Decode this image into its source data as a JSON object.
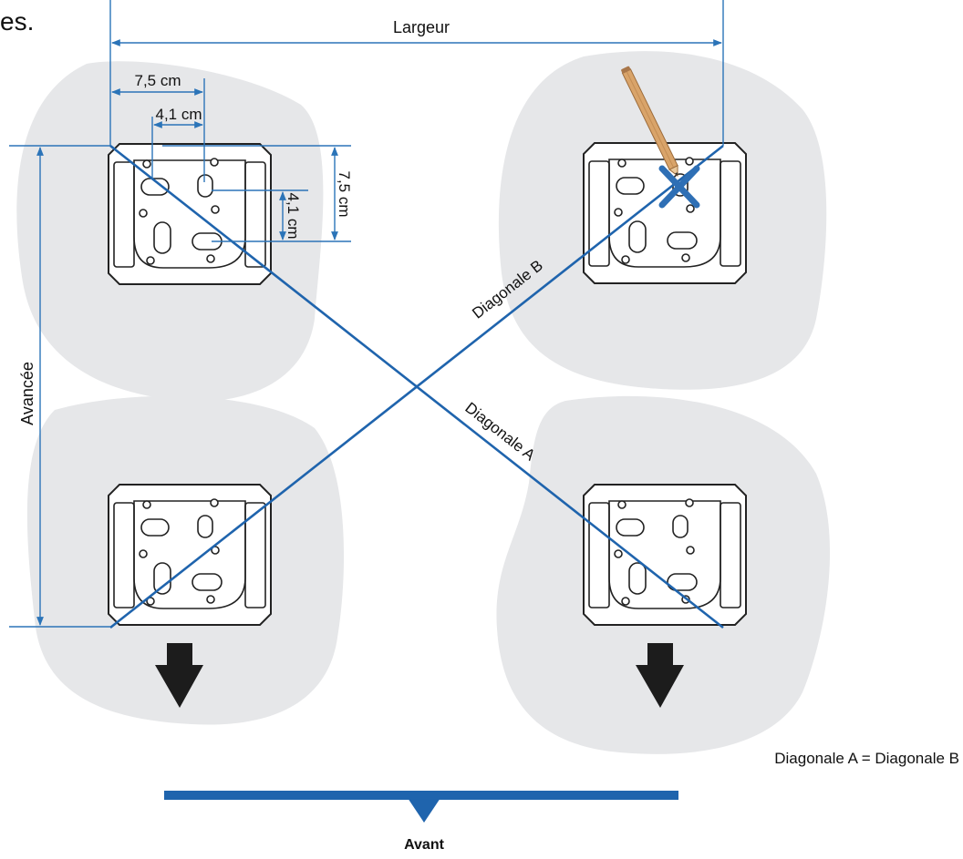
{
  "top_fragment": "es.",
  "labels": {
    "width": "Largeur",
    "depth": "Avancée",
    "dim_75_h": "7,5 cm",
    "dim_41_h": "4,1 cm",
    "dim_75_v": "7,5 cm",
    "dim_41_v": "4,1 cm",
    "diagonal_a": "Diagonale A",
    "diagonal_b": "Diagonale B",
    "equation": "Diagonale A = Diagonale B",
    "front": "Avant"
  },
  "colors": {
    "accent_blue": "#1f64ad",
    "cross_mark": "#2e6fb5",
    "blob_gray": "#e6e7e9",
    "pencil": "#d9a46a"
  },
  "icons": [
    "pencil-icon",
    "x-mark-icon",
    "arrow-down-icon"
  ]
}
